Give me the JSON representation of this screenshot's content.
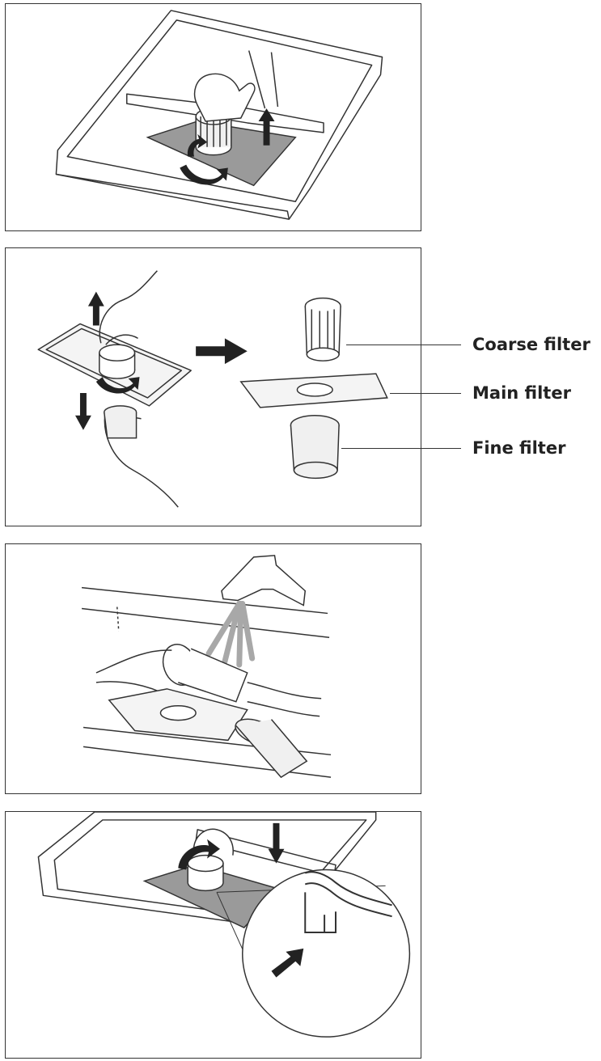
{
  "callouts": {
    "coarse": "Coarse filter",
    "main": "Main filter",
    "fine": "Fine filter"
  },
  "colors": {
    "line": "#333333",
    "filter_gray": "#9a9a9a",
    "water_gray": "#a8a8a8"
  }
}
